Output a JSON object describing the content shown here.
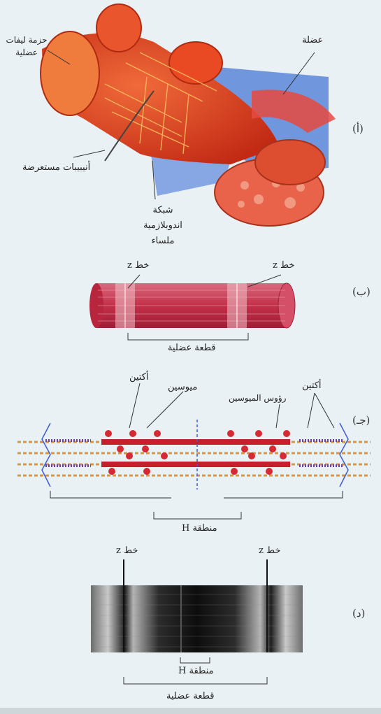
{
  "panels": {
    "a": {
      "id": "(أ)",
      "labels": {
        "bundle": "حزمة ليفات عضلية",
        "muscle": "عضلة",
        "tubules": "أنيبيبات مستعرضة",
        "er": "شبكة اندوبلازمية ملساء"
      }
    },
    "b": {
      "id": "(ب)",
      "labels": {
        "z_left": "خط z",
        "z_right": "خط z",
        "sarcomere": "قطعة عضلية"
      }
    },
    "c": {
      "id": "(جـ)",
      "labels": {
        "actin_left": "أكتين",
        "myosin": "ميوسين",
        "actin_right": "أكتين",
        "myosin_heads": "رؤوس الميوسين",
        "h_zone": "منطقة H"
      }
    },
    "d": {
      "id": "(د)",
      "labels": {
        "z_left": "خط z",
        "z_right": "خط z",
        "h_zone": "منطقة H",
        "sarcomere": "قطعة عضلية"
      }
    }
  },
  "colors": {
    "muscle_red": "#d63a1f",
    "cylinder": "#c9334a",
    "actin": "#d89a3a",
    "myosin": "#c41f2a",
    "blue": "#3d5bd6"
  }
}
